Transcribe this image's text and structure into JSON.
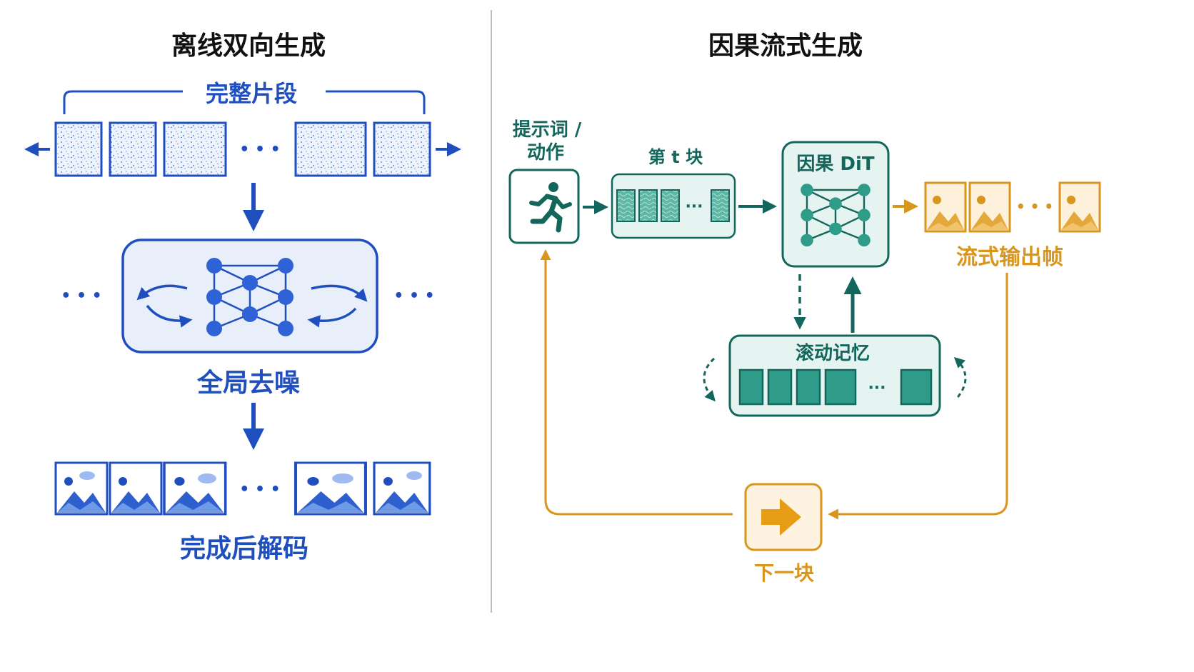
{
  "colors": {
    "blue": "#1f4fbf",
    "blue_light": "#e8effb",
    "teal": "#13665c",
    "teal_light": "#e6f4f1",
    "teal_fill": "#2f9c8a",
    "orange": "#d9961c",
    "orange_light": "#fdf3e0",
    "divider": "#bdbdbd"
  },
  "left": {
    "title": "离线双向生成",
    "bracket_label": "完整片段",
    "noisy_ellipsis": "• • •",
    "side_ellipsis": "• • •",
    "denoise_label": "全局去噪",
    "clean_ellipsis": "• • •",
    "decode_label": "完成后解码"
  },
  "right": {
    "title": "因果流式生成",
    "prompt_label_line1": "提示词 /",
    "prompt_label_line2": "动作",
    "chunk_label": "第 t 块",
    "chunk_ellipsis": "···",
    "dit_label": "因果 DiT",
    "output_ellipsis": "• • •",
    "output_label": "流式输出帧",
    "memory_label": "滚动记忆",
    "memory_ellipsis": "···",
    "next_label": "下一块"
  },
  "icons": {
    "runner": "running-person-icon",
    "network": "neural-network-icon",
    "image": "image-icon",
    "next_arrow": "right-arrow-icon",
    "cycle": "cycle-arrows-icon"
  }
}
